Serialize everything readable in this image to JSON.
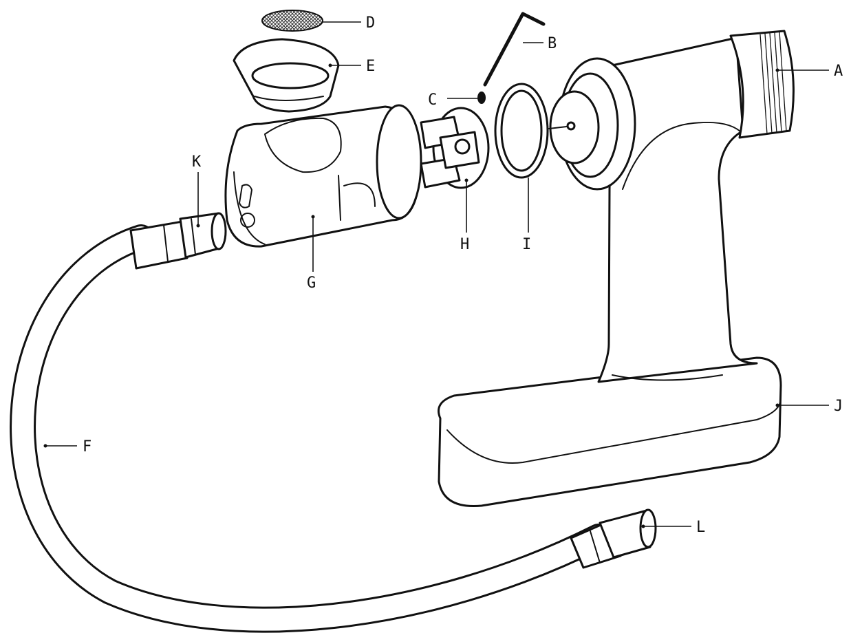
{
  "labels": {
    "a": "A",
    "b": "B",
    "c": "C",
    "d": "D",
    "e": "E",
    "f": "F",
    "g": "G",
    "h": "H",
    "i": "I",
    "j": "J",
    "k": "K",
    "l": "L"
  },
  "colors": {
    "line": "#111111",
    "fill": "#ffffff",
    "mesh": "#555555"
  }
}
